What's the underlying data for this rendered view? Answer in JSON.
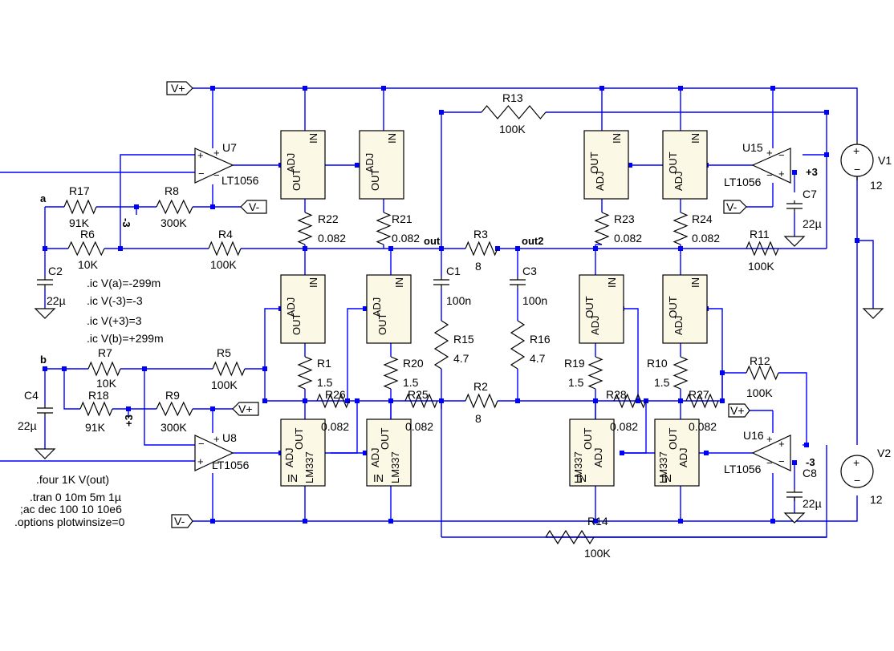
{
  "supply": {
    "vplus": "V+",
    "vminus": "V-"
  },
  "sources": [
    {
      "ref": "V1",
      "value": "12"
    },
    {
      "ref": "V2",
      "value": "12"
    }
  ],
  "opamps": [
    {
      "ref": "U7",
      "model": "LT1056"
    },
    {
      "ref": "U8",
      "model": "LT1056"
    },
    {
      "ref": "U15",
      "model": "LT1056"
    },
    {
      "ref": "U16",
      "model": "LT1056"
    }
  ],
  "regulators": {
    "upper_pins": {
      "adj": "ADJ",
      "out": "OUT",
      "in": "IN"
    },
    "lower_model": "LM337"
  },
  "resistors": [
    {
      "ref": "R17",
      "value": "91K"
    },
    {
      "ref": "R8",
      "value": "300K"
    },
    {
      "ref": "R6",
      "value": "10K"
    },
    {
      "ref": "R4",
      "value": "100K"
    },
    {
      "ref": "R22",
      "value": "0.082"
    },
    {
      "ref": "R21",
      "value": "0.082"
    },
    {
      "ref": "R13",
      "value": "100K"
    },
    {
      "ref": "R3",
      "value": "8"
    },
    {
      "ref": "R23",
      "value": "0.082"
    },
    {
      "ref": "R24",
      "value": "0.082"
    },
    {
      "ref": "R11",
      "value": "100K"
    },
    {
      "ref": "R7",
      "value": "10K"
    },
    {
      "ref": "R5",
      "value": "100K"
    },
    {
      "ref": "R18",
      "value": "91K"
    },
    {
      "ref": "R9",
      "value": "300K"
    },
    {
      "ref": "R1",
      "value": "1.5"
    },
    {
      "ref": "R20",
      "value": "1.5"
    },
    {
      "ref": "R26",
      "value": "0.082"
    },
    {
      "ref": "R25",
      "value": "0.082"
    },
    {
      "ref": "R2",
      "value": "8"
    },
    {
      "ref": "R15",
      "value": "4.7"
    },
    {
      "ref": "R16",
      "value": "4.7"
    },
    {
      "ref": "R19",
      "value": "1.5"
    },
    {
      "ref": "R10",
      "value": "1.5"
    },
    {
      "ref": "R28",
      "value": "0.082"
    },
    {
      "ref": "R27",
      "value": "0.082"
    },
    {
      "ref": "R12",
      "value": "100K"
    },
    {
      "ref": "R14",
      "value": "100K"
    }
  ],
  "capacitors": [
    {
      "ref": "C2",
      "value": "22µ"
    },
    {
      "ref": "C4",
      "value": "22µ"
    },
    {
      "ref": "C1",
      "value": "100n"
    },
    {
      "ref": "C3",
      "value": "100n"
    },
    {
      "ref": "C7",
      "value": "22µ"
    },
    {
      "ref": "C8",
      "value": "22µ"
    }
  ],
  "nets": {
    "a": "a",
    "b": "b",
    "m3": "-3",
    "p3": "+3",
    "out": "out",
    "out2": "out2"
  },
  "ic_directives": [
    ".ic V(a)=-299m",
    ".ic V(-3)=-3",
    ".ic V(+3)=3",
    ".ic V(b)=+299m"
  ],
  "sim_directives": [
    ".four 1K V(out)",
    ".tran 0 10m 5m 1µ",
    ";ac dec 100 10 10e6",
    ".options plotwinsize=0"
  ]
}
